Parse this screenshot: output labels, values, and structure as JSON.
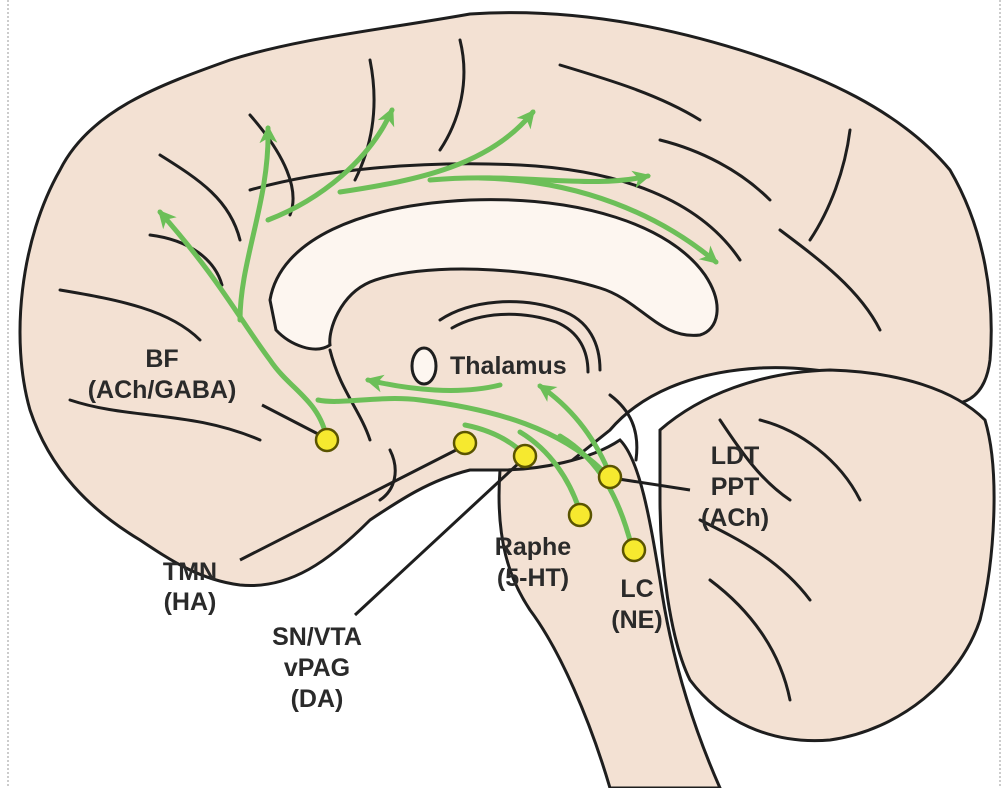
{
  "colors": {
    "tissue": "#f3e1d3",
    "ventricle": "#fdf6f0",
    "outline": "#1e1e1e",
    "pathway": "#6cbf58",
    "nucleus_fill": "#f6e92f",
    "nucleus_stroke": "#5a5400",
    "label": "#2a2a2a"
  },
  "labels": {
    "thalamus": "Thalamus",
    "bf": {
      "name": "BF",
      "transmitter": "(ACh/GABA)"
    },
    "tmn": {
      "name": "TMN",
      "transmitter": "(HA)"
    },
    "snvta": {
      "name": "SN/VTA",
      "sub": "vPAG",
      "transmitter": "(DA)"
    },
    "raphe": {
      "name": "Raphe",
      "transmitter": "(5-HT)"
    },
    "lc": {
      "name": "LC",
      "transmitter": "(NE)"
    },
    "ldt": {
      "name": "LDT",
      "sub": "PPT",
      "transmitter": "(ACh)"
    }
  }
}
